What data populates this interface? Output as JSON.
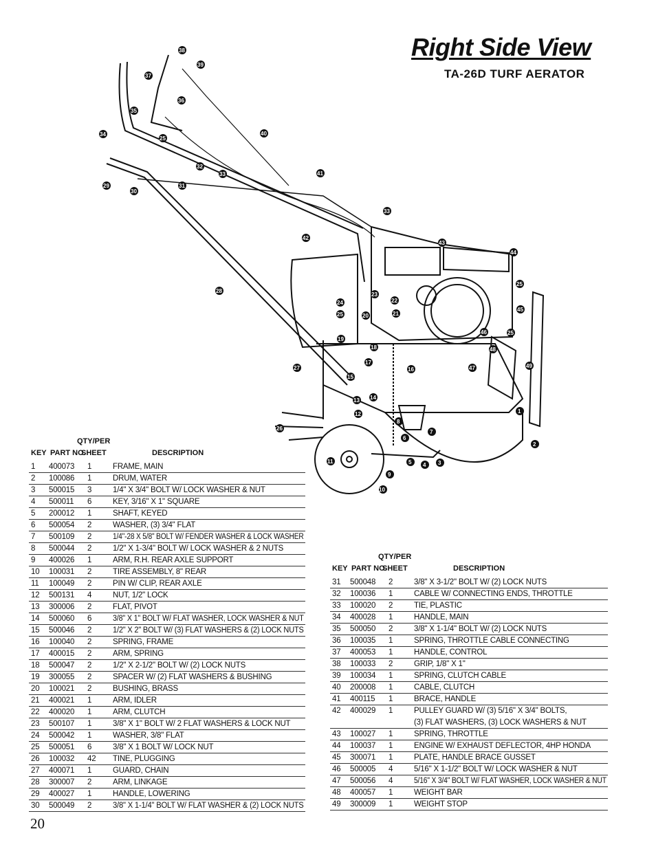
{
  "page": {
    "title": "Right Side View",
    "subtitle": "TA-26D TURF AERATOR",
    "page_number": "20"
  },
  "table_headers": {
    "qty_per": "QTY/PER",
    "key": "KEY",
    "part_no": "PART NO.",
    "sheet": "SHEET",
    "description": "DESCRIPTION"
  },
  "parts_left": [
    {
      "key": "1",
      "part": "400073",
      "qty": "1",
      "desc": "FRAME, MAIN"
    },
    {
      "key": "2",
      "part": "100086",
      "qty": "1",
      "desc": "DRUM, WATER"
    },
    {
      "key": "3",
      "part": "500015",
      "qty": "3",
      "desc": "1/4\" X 3/4\" BOLT W/ LOCK WASHER & NUT"
    },
    {
      "key": "4",
      "part": "500011",
      "qty": "6",
      "desc": "KEY, 3/16\" X 1\" SQUARE"
    },
    {
      "key": "5",
      "part": "200012",
      "qty": "1",
      "desc": "SHAFT, KEYED"
    },
    {
      "key": "6",
      "part": "500054",
      "qty": "2",
      "desc": "WASHER, (3) 3/4\" FLAT"
    },
    {
      "key": "7",
      "part": "500109",
      "qty": "2",
      "desc": "1/4\"-28 X 5/8\" BOLT W/ FENDER WASHER & LOCK WASHER"
    },
    {
      "key": "8",
      "part": "500044",
      "qty": "2",
      "desc": "1/2\" X 1-3/4\" BOLT W/ LOCK WASHER & 2 NUTS"
    },
    {
      "key": "9",
      "part": "400026",
      "qty": "1",
      "desc": "ARM, R.H. REAR AXLE SUPPORT"
    },
    {
      "key": "10",
      "part": "100031",
      "qty": "2",
      "desc": "TIRE ASSEMBLY, 8\" REAR"
    },
    {
      "key": "11",
      "part": "100049",
      "qty": "2",
      "desc": "PIN W/ CLIP, REAR AXLE"
    },
    {
      "key": "12",
      "part": "500131",
      "qty": "4",
      "desc": "NUT, 1/2\" LOCK"
    },
    {
      "key": "13",
      "part": "300006",
      "qty": "2",
      "desc": "FLAT, PIVOT"
    },
    {
      "key": "14",
      "part": "500060",
      "qty": "6",
      "desc": "3/8\" X 1\" BOLT W/ FLAT WASHER, LOCK WASHER & NUT"
    },
    {
      "key": "15",
      "part": "500046",
      "qty": "2",
      "desc": "1/2\" X 2\" BOLT W/ (3) FLAT WASHERS & (2) LOCK NUTS"
    },
    {
      "key": "16",
      "part": "100040",
      "qty": "2",
      "desc": "SPRING, FRAME"
    },
    {
      "key": "17",
      "part": "400015",
      "qty": "2",
      "desc": "ARM, SPRING"
    },
    {
      "key": "18",
      "part": "500047",
      "qty": "2",
      "desc": "1/2\" X 2-1/2\" BOLT W/ (2) LOCK NUTS"
    },
    {
      "key": "19",
      "part": "300055",
      "qty": "2",
      "desc": "SPACER W/ (2) FLAT WASHERS & BUSHING"
    },
    {
      "key": "20",
      "part": "100021",
      "qty": "2",
      "desc": "BUSHING, BRASS"
    },
    {
      "key": "21",
      "part": "400021",
      "qty": "1",
      "desc": "ARM, IDLER"
    },
    {
      "key": "22",
      "part": "400020",
      "qty": "1",
      "desc": "ARM, CLUTCH"
    },
    {
      "key": "23",
      "part": "500107",
      "qty": "1",
      "desc": "3/8\" X 1\" BOLT W/ 2 FLAT WASHERS & LOCK NUT"
    },
    {
      "key": "24",
      "part": "500042",
      "qty": "1",
      "desc": "WASHER, 3/8\" FLAT"
    },
    {
      "key": "25",
      "part": "500051",
      "qty": "6",
      "desc": "3/8\" X 1 BOLT W/ LOCK NUT"
    },
    {
      "key": "26",
      "part": "100032",
      "qty": "42",
      "desc": "TINE, PLUGGING"
    },
    {
      "key": "27",
      "part": "400071",
      "qty": "1",
      "desc": "GUARD, CHAIN"
    },
    {
      "key": "28",
      "part": "300007",
      "qty": "2",
      "desc": "ARM, LINKAGE"
    },
    {
      "key": "29",
      "part": "400027",
      "qty": "1",
      "desc": "HANDLE, LOWERING"
    },
    {
      "key": "30",
      "part": "500049",
      "qty": "2",
      "desc": "3/8\" X 1-1/4\" BOLT W/ FLAT WASHER & (2) LOCK NUTS"
    }
  ],
  "parts_right": [
    {
      "key": "31",
      "part": "500048",
      "qty": "2",
      "desc": "3/8\" X 3-1/2\" BOLT W/ (2) LOCK NUTS"
    },
    {
      "key": "32",
      "part": "100036",
      "qty": "1",
      "desc": "CABLE W/ CONNECTING ENDS, THROTTLE"
    },
    {
      "key": "33",
      "part": "100020",
      "qty": "2",
      "desc": "TIE, PLASTIC"
    },
    {
      "key": "34",
      "part": "400028",
      "qty": "1",
      "desc": "HANDLE, MAIN"
    },
    {
      "key": "35",
      "part": "500050",
      "qty": "2",
      "desc": "3/8\" X 1-1/4\" BOLT W/ (2) LOCK NUTS"
    },
    {
      "key": "36",
      "part": "100035",
      "qty": "1",
      "desc": "SPRING, THROTTLE CABLE CONNECTING"
    },
    {
      "key": "37",
      "part": "400053",
      "qty": "1",
      "desc": "HANDLE, CONTROL"
    },
    {
      "key": "38",
      "part": "100033",
      "qty": "2",
      "desc": "GRIP, 1/8\" X 1\""
    },
    {
      "key": "39",
      "part": "100034",
      "qty": "1",
      "desc": "SPRING, CLUTCH CABLE"
    },
    {
      "key": "40",
      "part": "200008",
      "qty": "1",
      "desc": "CABLE, CLUTCH"
    },
    {
      "key": "41",
      "part": "400115",
      "qty": "1",
      "desc": "BRACE, HANDLE"
    },
    {
      "key": "42",
      "part": "400029",
      "qty": "1",
      "desc": "PULLEY GUARD W/ (3) 5/16\" X 3/4\" BOLTS,",
      "desc2": "(3) FLAT WASHERS, (3) LOCK WASHERS & NUT"
    },
    {
      "key": "43",
      "part": "100027",
      "qty": "1",
      "desc": "SPRING, THROTTLE"
    },
    {
      "key": "44",
      "part": "100037",
      "qty": "1",
      "desc": "ENGINE W/ EXHAUST DEFLECTOR, 4HP HONDA"
    },
    {
      "key": "45",
      "part": "300071",
      "qty": "1",
      "desc": "PLATE, HANDLE BRACE GUSSET"
    },
    {
      "key": "46",
      "part": "500005",
      "qty": "4",
      "desc": "5/16\" X 1-1/2\" BOLT W/ LOCK WASHER & NUT"
    },
    {
      "key": "47",
      "part": "500056",
      "qty": "4",
      "desc": "5/16\" X 3/4\" BOLT W/ FLAT WASHER, LOCK WASHER & NUT"
    },
    {
      "key": "48",
      "part": "400057",
      "qty": "1",
      "desc": "WEIGHT BAR"
    },
    {
      "key": "49",
      "part": "300009",
      "qty": "1",
      "desc": "WEIGHT STOP"
    }
  ],
  "callouts": [
    "1",
    "2",
    "3",
    "4",
    "5",
    "6",
    "7",
    "8",
    "9",
    "10",
    "11",
    "12",
    "13",
    "14",
    "15",
    "16",
    "17",
    "18",
    "19",
    "20",
    "21",
    "22",
    "23",
    "24",
    "25",
    "25",
    "25",
    "25",
    "26",
    "27",
    "28",
    "29",
    "30",
    "31",
    "32",
    "33",
    "33",
    "34",
    "35",
    "36",
    "37",
    "38",
    "39",
    "40",
    "41",
    "42",
    "43",
    "44",
    "45",
    "46",
    "47",
    "48",
    "49"
  ]
}
